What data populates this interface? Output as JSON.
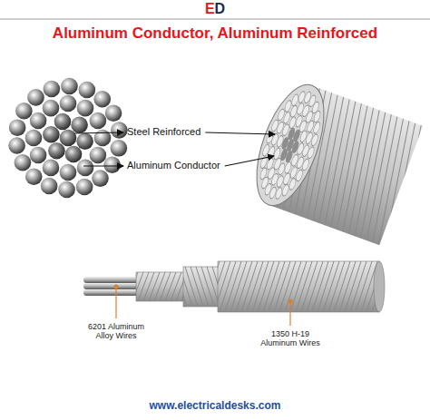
{
  "diagram": {
    "title": "Aluminum Conductor, Aluminum Reinforced",
    "labels": [
      "ED",
      "Steel Reinforced",
      "Aluminum Conductor",
      "6201 Aluminum Alloy Wires",
      "1350 H-19 Aluminum Wires",
      "www.electricaldesks.com"
    ]
  }
}
